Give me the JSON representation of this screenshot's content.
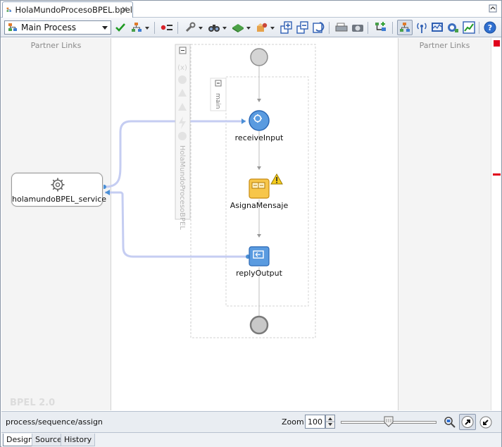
{
  "tab": {
    "title": "HolaMundoProcesoBPEL.bpel",
    "close": "×"
  },
  "toolbar": {
    "process_select": "Main Process",
    "help": "?"
  },
  "left_panel": {
    "title": "Partner Links"
  },
  "right_panel": {
    "title": "Partner Links"
  },
  "partner_link": {
    "label": "holamundoBPEL_service"
  },
  "scope": {
    "vertical_label": "HolaMundoProcesoBPEL",
    "sequence_label": "main"
  },
  "activities": {
    "receive": "receiveInput",
    "assign": "AsignaMensaje",
    "reply": "replyOutput"
  },
  "version_label": "BPEL 2.0",
  "status": {
    "path": "process/sequence/assign",
    "zoom_label": "Zoom:",
    "zoom_value": "100",
    "zoom_slider_percent": 50
  },
  "bottom_tabs": [
    {
      "label": "Design",
      "active": true
    },
    {
      "label": "Source",
      "active": false
    },
    {
      "label": "History",
      "active": false
    }
  ],
  "colors": {
    "accent_blue": "#4a8fd6",
    "link_line": "#c5cdf2",
    "warning": "#f5cc1d",
    "error_mark": "#e0001b"
  }
}
